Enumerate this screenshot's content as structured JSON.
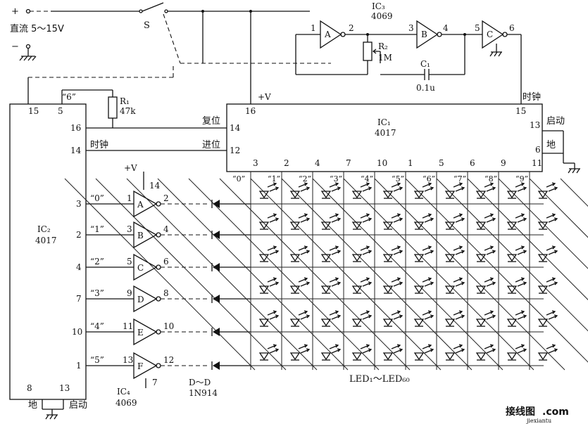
{
  "power": {
    "plus_sign": "+",
    "supply_label": "直流 5～15V",
    "minus_sign": "−",
    "switch_label": "S"
  },
  "ic3": {
    "name": "IC₃",
    "part": "4069",
    "gates": [
      {
        "label": "A",
        "in_pin": "1",
        "out_pin": "2"
      },
      {
        "label": "B",
        "in_pin": "3",
        "out_pin": "4"
      },
      {
        "label": "C",
        "in_pin": "5",
        "out_pin": "6"
      }
    ],
    "r2_label": "R₂",
    "r2_value": "1M",
    "c1_label": "C₁",
    "c1_value": "0.1u"
  },
  "ic1": {
    "name": "IC₁",
    "part": "4017",
    "vdd_label": "+V",
    "pin_16": "16",
    "pin_15": "15",
    "clock_label": "时钟",
    "reset_label": "复位",
    "reset_pin": "14",
    "carry_label": "进位",
    "carry_pin": "12",
    "start_label": "启动",
    "start_pin": "13",
    "ground_label": "地",
    "ground_pin": "6",
    "output_pins": [
      "3",
      "2",
      "4",
      "7",
      "10",
      "1",
      "5",
      "6",
      "9",
      "11"
    ]
  },
  "ic2": {
    "name": "IC₂",
    "part": "4017",
    "pin_15": "15",
    "pin_5": "5",
    "pin_16": "16",
    "pin_14": "14",
    "pin_8": "8",
    "pin_13": "13",
    "six_label": "“6”",
    "clock_label": "时钟",
    "ground_label": "地",
    "start_label": "启动"
  },
  "r1": {
    "label": "R₁",
    "value": "47k"
  },
  "ic4": {
    "name": "IC₄",
    "part": "4069",
    "vdd_label": "+V",
    "vdd_pin": "14",
    "gnd_pin": "7",
    "gates": [
      {
        "label": "A",
        "ic2_pin": "3",
        "quote": "“0”",
        "in_pin": "1",
        "out_pin": "2"
      },
      {
        "label": "B",
        "ic2_pin": "2",
        "quote": "“1”",
        "in_pin": "3",
        "out_pin": "4"
      },
      {
        "label": "C",
        "ic2_pin": "4",
        "quote": "“2”",
        "in_pin": "5",
        "out_pin": "6"
      },
      {
        "label": "D",
        "ic2_pin": "7",
        "quote": "“3”",
        "in_pin": "9",
        "out_pin": "8"
      },
      {
        "label": "E",
        "ic2_pin": "10",
        "quote": "“4”",
        "in_pin": "11",
        "out_pin": "10"
      },
      {
        "label": "F",
        "ic2_pin": "1",
        "quote": "“5”",
        "in_pin": "13",
        "out_pin": "12"
      }
    ]
  },
  "diodes": {
    "label": "D～D",
    "part": "1N914"
  },
  "matrix": {
    "column_labels": [
      "“0”",
      "“1”",
      "“2”",
      "“3”",
      "“4”",
      "“5”",
      "“6”",
      "“7”",
      "“8”",
      "“9”"
    ],
    "caption": "LED₁～LED₆₀",
    "rows": 6,
    "columns": 10
  },
  "watermark": {
    "main": "接线图",
    "suffix": ".com",
    "site": "jiexiantu"
  }
}
